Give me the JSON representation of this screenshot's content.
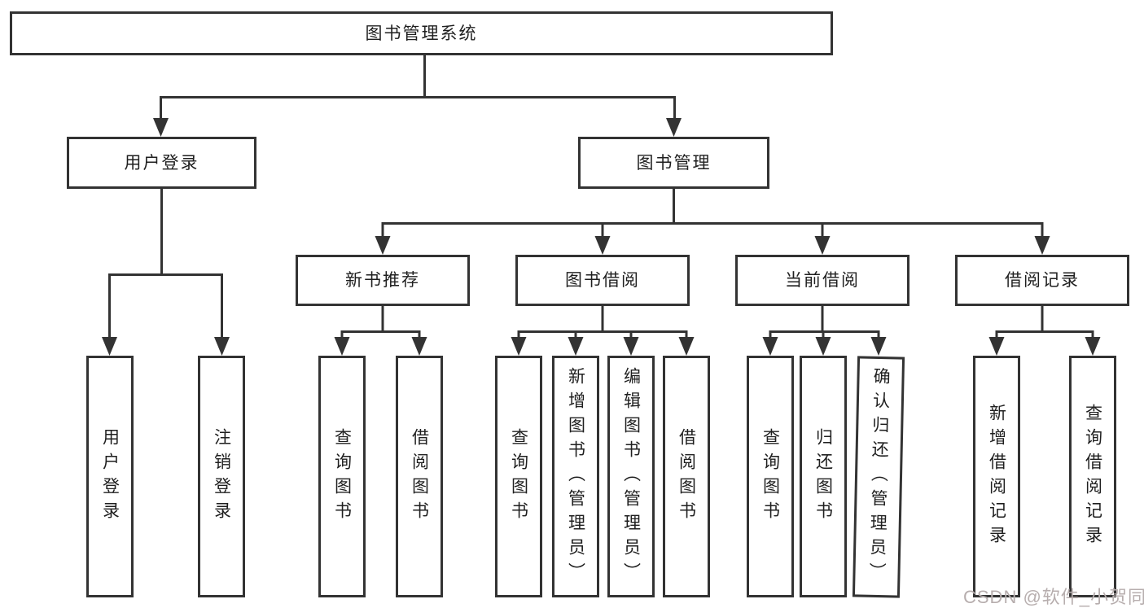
{
  "tree": {
    "root": {
      "label": "图书管理系统"
    },
    "branches": [
      {
        "label": "用户登录",
        "children": [
          {
            "label": "用户登录"
          },
          {
            "label": "注销登录"
          }
        ]
      },
      {
        "label": "图书管理",
        "children": [
          {
            "label": "新书推荐",
            "children": [
              {
                "label": "查询图书"
              },
              {
                "label": "借阅图书"
              }
            ]
          },
          {
            "label": "图书借阅",
            "children": [
              {
                "label": "查询图书"
              },
              {
                "label": "新增图书（管理员）"
              },
              {
                "label": "编辑图书（管理员）"
              },
              {
                "label": "借阅图书"
              }
            ]
          },
          {
            "label": "当前借阅",
            "children": [
              {
                "label": "查询图书"
              },
              {
                "label": "归还图书"
              },
              {
                "label": "确认归还（管理员）"
              }
            ]
          },
          {
            "label": "借阅记录",
            "children": [
              {
                "label": "新增借阅记录"
              },
              {
                "label": "查询借阅记录"
              }
            ]
          }
        ]
      }
    ]
  },
  "watermark": {
    "text": "CSDN @软件_小贺同学"
  },
  "colors": {
    "line": "#333333",
    "text": "#1f1f1f",
    "watermark": "#b7aeae",
    "background": "#ffffff"
  }
}
